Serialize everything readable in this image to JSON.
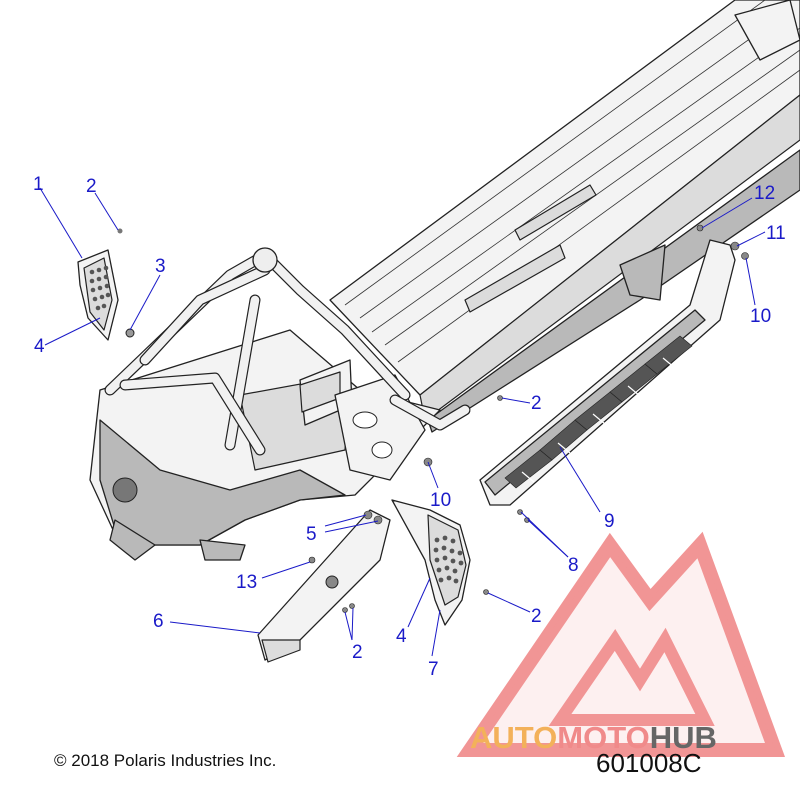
{
  "callouts": [
    {
      "id": "c1",
      "label": "1"
    },
    {
      "id": "c2a",
      "label": "2"
    },
    {
      "id": "c3",
      "label": "3"
    },
    {
      "id": "c4a",
      "label": "4"
    },
    {
      "id": "c12",
      "label": "12"
    },
    {
      "id": "c11",
      "label": "11"
    },
    {
      "id": "c10a",
      "label": "10"
    },
    {
      "id": "c2b",
      "label": "2"
    },
    {
      "id": "c10b",
      "label": "10"
    },
    {
      "id": "c5",
      "label": "5"
    },
    {
      "id": "c9",
      "label": "9"
    },
    {
      "id": "c8",
      "label": "8"
    },
    {
      "id": "c13",
      "label": "13"
    },
    {
      "id": "c6",
      "label": "6"
    },
    {
      "id": "c4b",
      "label": "4"
    },
    {
      "id": "c2c",
      "label": "2"
    },
    {
      "id": "c2d",
      "label": "2"
    },
    {
      "id": "c7",
      "label": "7"
    }
  ],
  "footer": {
    "copyright": "© 2018 Polaris Industries Inc.",
    "diagram_number": "601008C"
  },
  "watermark": {
    "word_a": "AUTO",
    "word_b": "MOTO",
    "word_c": "HUB",
    "colors": {
      "auto": "#f3b15a",
      "moto": "#f08a8a",
      "hub": "#666666",
      "triangle": "#f07f7f"
    }
  }
}
